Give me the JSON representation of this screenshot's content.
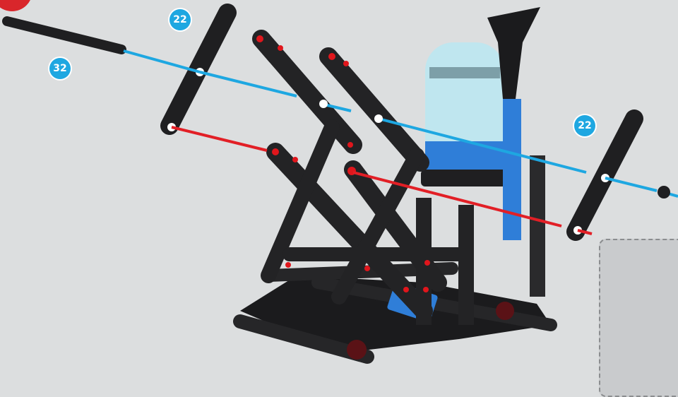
{
  "badges": {
    "a": "22",
    "b": "32",
    "c": "22"
  },
  "colors": {
    "background": "#dcdedf",
    "axle_blue": "#1ea7e1",
    "axle_red": "#e21f26",
    "rod_black": "#1f1f21",
    "peg_red": "#e0161c",
    "tank_light": "#bfe6ef",
    "tank_water": "#2f7ed8"
  },
  "icons": {
    "step_marker": "step-number-marker",
    "detail_inset": "detail-inset-panel"
  }
}
